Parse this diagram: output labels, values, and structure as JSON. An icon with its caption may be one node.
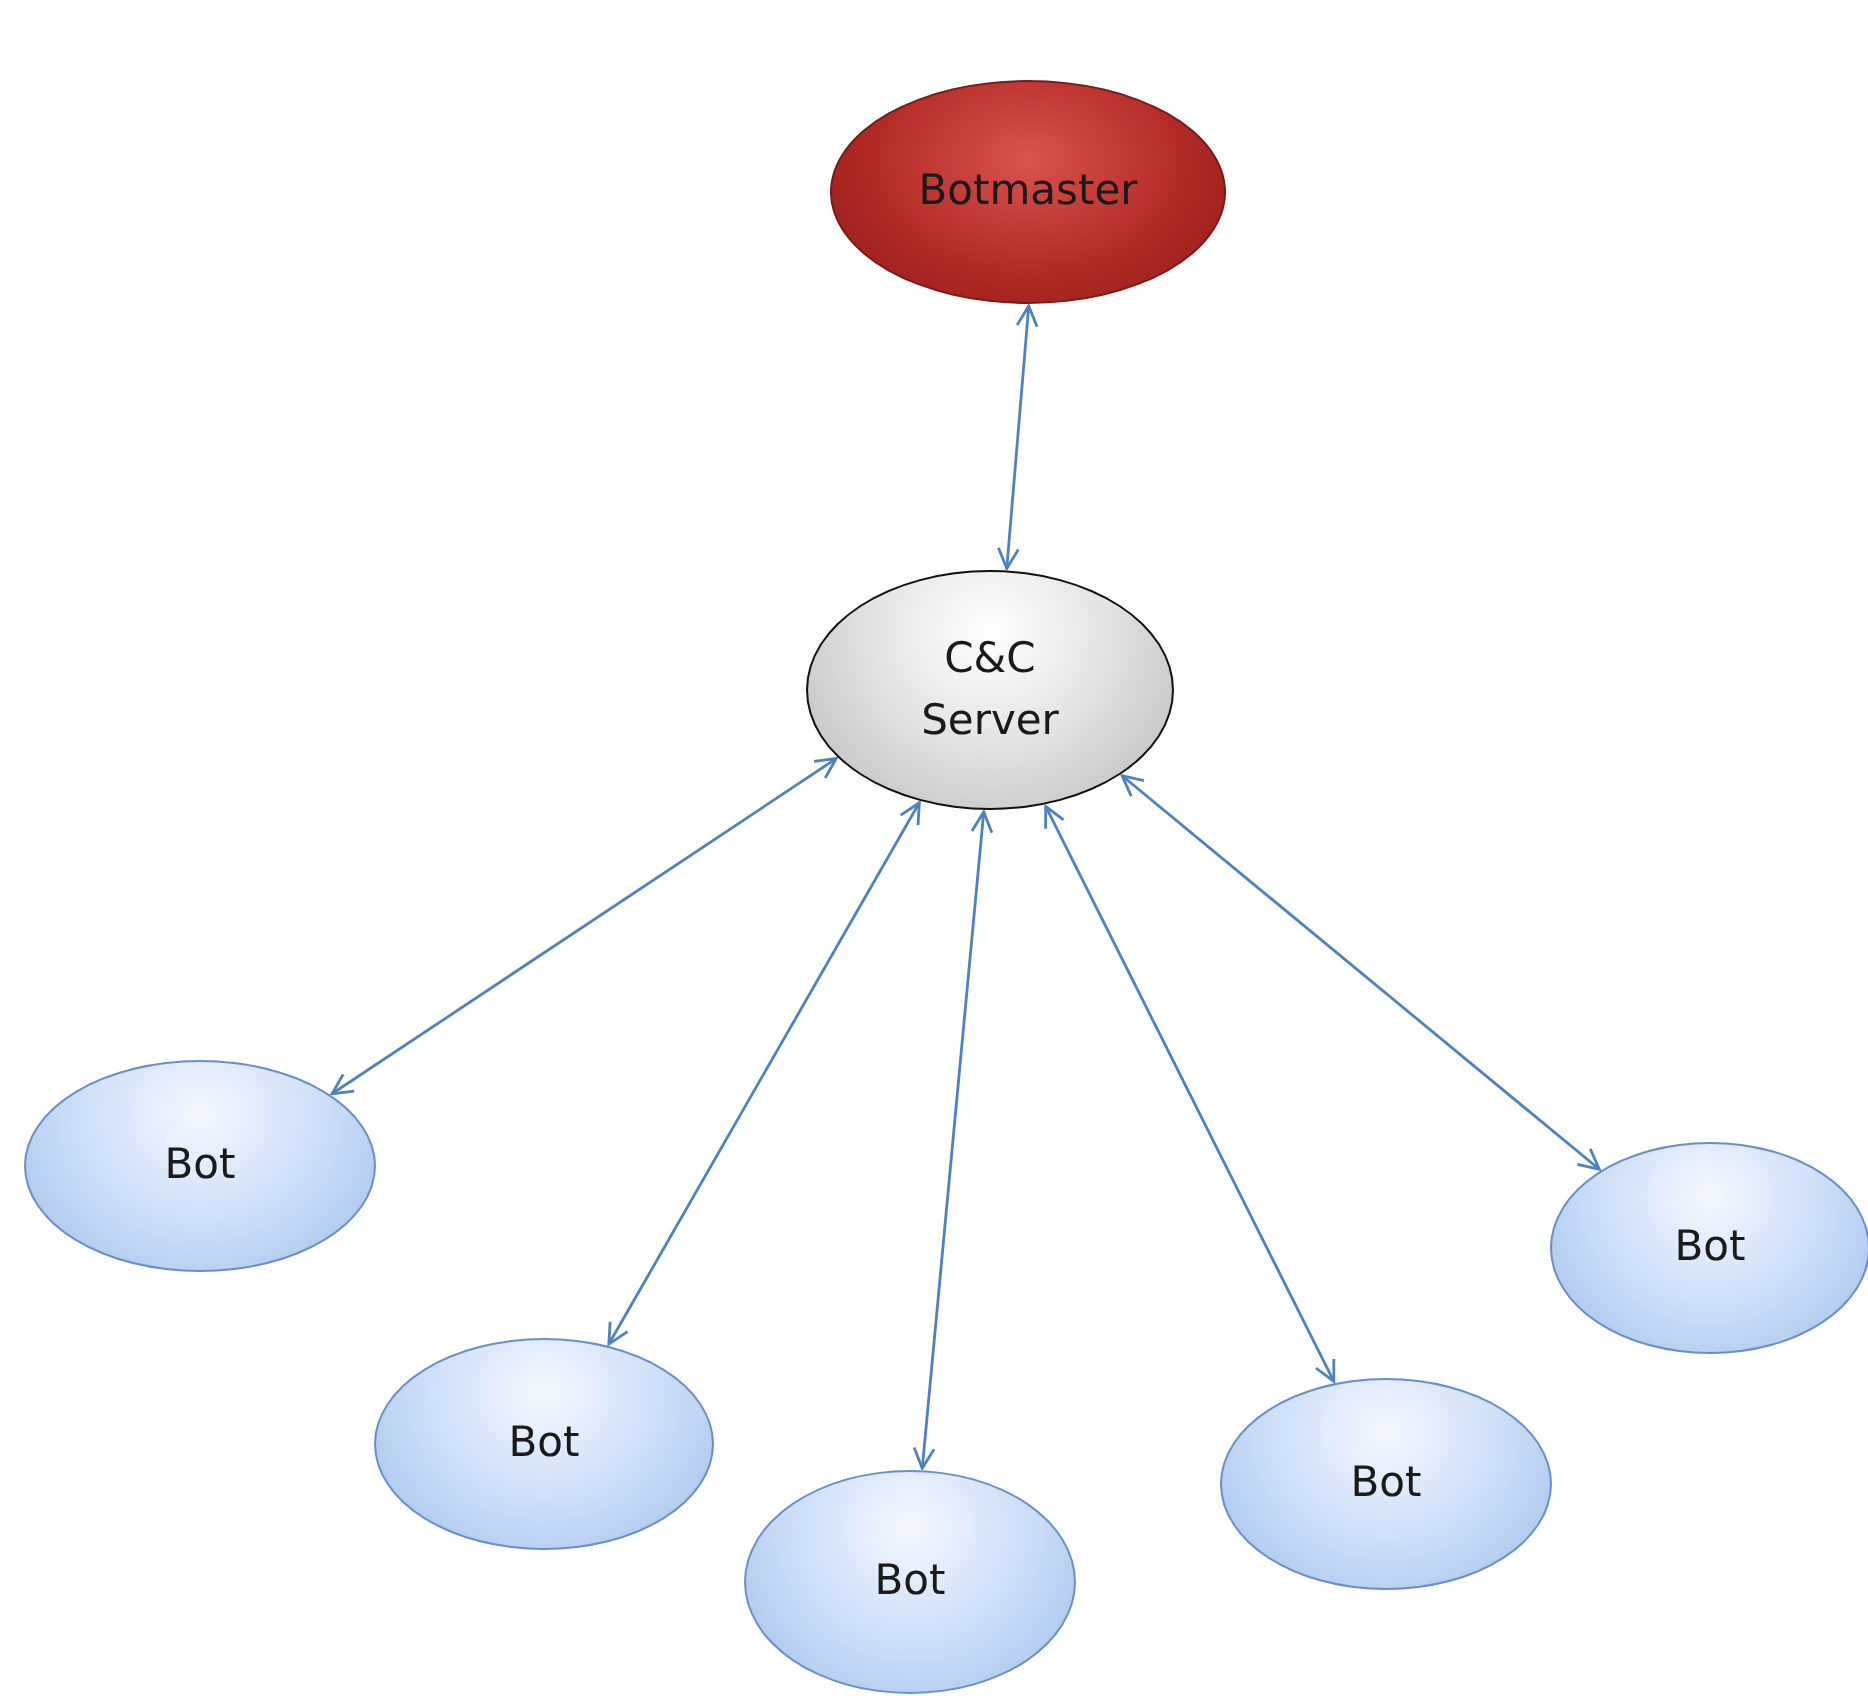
{
  "diagram": {
    "nodes": [
      {
        "text": [
          "Botmaster"
        ]
      },
      {
        "text": [
          "C&C Server"
        ]
      },
      {
        "text": [
          "Bot"
        ]
      },
      {
        "text": [
          "Bot"
        ]
      },
      {
        "text": [
          "Bot"
        ]
      },
      {
        "text": [
          "Bot"
        ]
      },
      {
        "text": [
          "Bot"
        ]
      }
    ],
    "edges": [
      {
        "from": 0,
        "to": 1,
        "arrow": "both"
      },
      {
        "from": 1,
        "to": 2,
        "arrow": "both"
      },
      {
        "from": 1,
        "to": 3,
        "arrow": "both"
      },
      {
        "from": 1,
        "to": 4,
        "arrow": "both"
      },
      {
        "from": 1,
        "to": 5,
        "arrow": "both"
      },
      {
        "from": 1,
        "to": 6,
        "arrow": "both"
      }
    ]
  }
}
